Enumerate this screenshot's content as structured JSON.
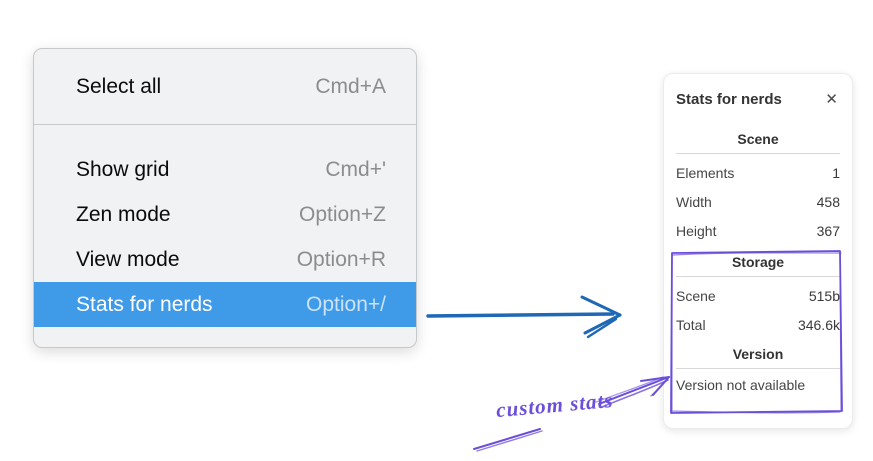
{
  "colors": {
    "menu_highlight": "#3f9ae8",
    "arrow_blue": "#1e68b5",
    "annotation_purple": "#6b4fd8",
    "menu_bg": "#f1f2f3"
  },
  "icons": {
    "close": "✕"
  },
  "context_menu": {
    "items": [
      {
        "label": "Select all",
        "shortcut": "Cmd+A",
        "selected": false
      },
      {
        "label": "Show grid",
        "shortcut": "Cmd+'",
        "selected": false
      },
      {
        "label": "Zen mode",
        "shortcut": "Option+Z",
        "selected": false
      },
      {
        "label": "View mode",
        "shortcut": "Option+R",
        "selected": false
      },
      {
        "label": "Stats for nerds",
        "shortcut": "Option+/",
        "selected": true
      }
    ]
  },
  "stats_panel": {
    "title": "Stats for nerds",
    "sections": [
      {
        "heading": "Scene",
        "rows": [
          {
            "label": "Elements",
            "value": "1"
          },
          {
            "label": "Width",
            "value": "458"
          },
          {
            "label": "Height",
            "value": "367"
          }
        ]
      },
      {
        "heading": "Storage",
        "rows": [
          {
            "label": "Scene",
            "value": "515b"
          },
          {
            "label": "Total",
            "value": "346.6k"
          }
        ]
      },
      {
        "heading": "Version",
        "rows": [],
        "note": "Version not available"
      }
    ]
  },
  "annotation": {
    "label": "custom stats"
  }
}
